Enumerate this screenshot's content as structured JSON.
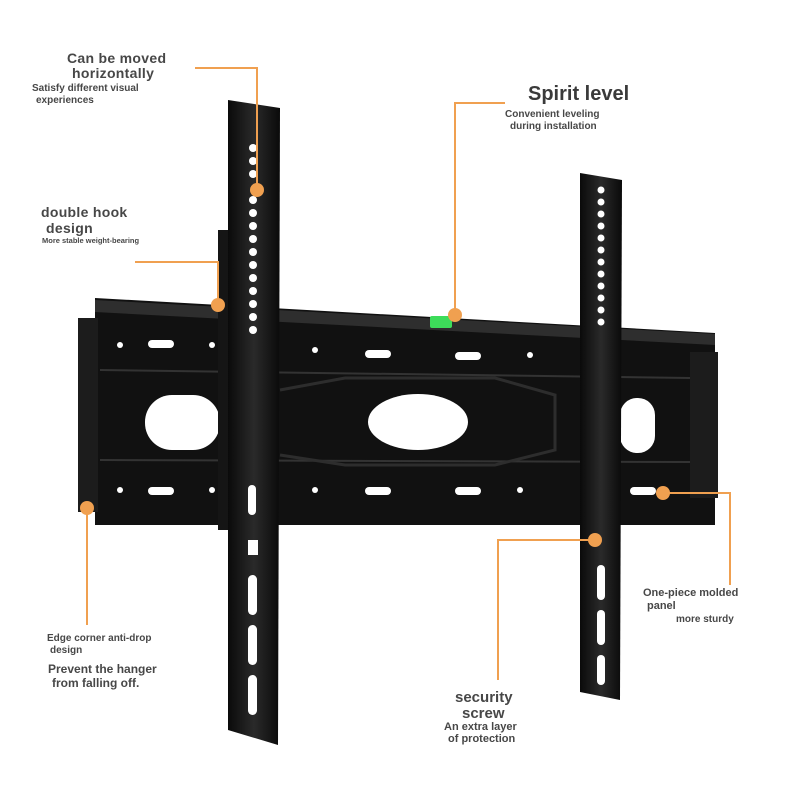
{
  "callouts": {
    "horizontal": {
      "title_1": "Can be moved",
      "title_2": "horizontally",
      "sub_1": "Satisfy different visual",
      "sub_2": "experiences"
    },
    "double_hook": {
      "title_1": "double hook",
      "title_2": "design",
      "sub": "More stable weight-bearing"
    },
    "spirit_level": {
      "title": "Spirit level",
      "sub_1": "Convenient leveling",
      "sub_2": "during installation"
    },
    "edge_corner": {
      "title_1": "Edge corner anti-drop",
      "title_2": "design",
      "sub_1": "Prevent the hanger",
      "sub_2": "from falling off."
    },
    "security_screw": {
      "title_1": "security",
      "title_2": "screw",
      "sub_1": "An extra layer",
      "sub_2": "of protection"
    },
    "panel": {
      "title_1": "One-piece molded",
      "title_2": "panel",
      "sub": "more sturdy"
    }
  },
  "colors": {
    "accent": "#f0a050",
    "text": "#474747",
    "metal": "#141414",
    "level": "#3ddc5a"
  }
}
